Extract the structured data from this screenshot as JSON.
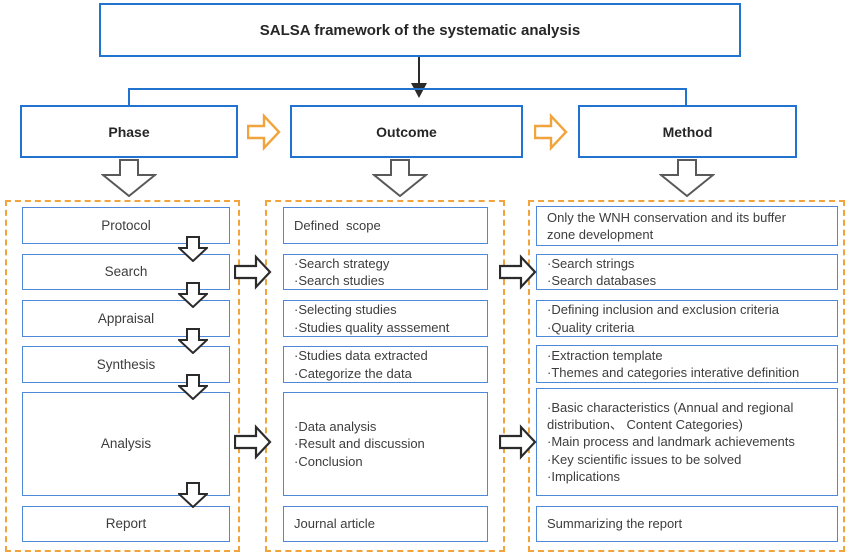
{
  "title": "SALSA framework of the systematic analysis",
  "columns": {
    "phase": {
      "header": "Phase",
      "items": [
        "Protocol",
        "Search",
        "Appraisal",
        "Synthesis",
        "Analysis",
        "Report"
      ]
    },
    "outcome": {
      "header": "Outcome",
      "items": [
        "Defined  scope",
        "·Search strategy\n·Search studies",
        "·Selecting studies\n·Studies quality asssement",
        "·Studies data extracted\n·Categorize the data",
        "·Data analysis\n·Result and discussion\n·Conclusion",
        "Journal article"
      ]
    },
    "method": {
      "header": "Method",
      "items": [
        "Only the WNH conservation and its buffer\nzone development",
        "·Search strings\n·Search databases",
        "·Defining inclusion and exclusion criteria\n·Quality criteria",
        "·Extraction template\n·Themes and categories interative definition",
        "·Basic characteristics (Annual and regional\ndistribution、 Content Categories)\n·Main process and landmark achievements\n·Key scientific issues to be solved\n·Implications",
        "Summarizing the report"
      ]
    }
  },
  "icons": {
    "down-arrow-icon": "↓",
    "hollow-down-arrow-icon": "⇩",
    "hollow-right-arrow-icon": "⇨"
  },
  "colors": {
    "box_border_blue": "#2273d0",
    "inner_box_border_blue": "#4e88d6",
    "dashed_frame_orange": "#f2a43c",
    "yellow_arrow": "#f2a43c",
    "gray_arrow": "#595959",
    "black_arrow": "#2b2b2b",
    "title_text": "#262626",
    "body_text": "#3d3d3d",
    "background": "#ffffff"
  }
}
